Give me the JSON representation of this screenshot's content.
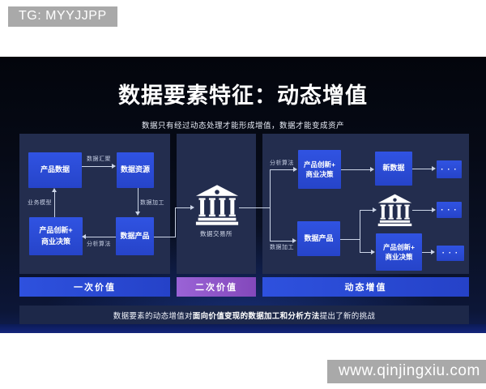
{
  "overlay": {
    "tg_tag": "TG: MYYJJPP",
    "site_tag": "www.qinjingxiu.com"
  },
  "header": {
    "title": "数据要素特征：动态增值",
    "subtitle": "数据只有经过动态处理才能形成增值，数据才能变成资产"
  },
  "stage_primary": {
    "bar_label": "一次价值",
    "boxes": {
      "product_data": "产品数据",
      "data_resource": "数据资源",
      "innovation": "产品创新+\n商业决策",
      "data_product": "数据产品"
    },
    "edge_labels": {
      "aggregation": "数据汇聚",
      "processing": "数据加工",
      "analysis": "分析算法",
      "business_model": "业务模型"
    }
  },
  "stage_secondary": {
    "bar_label": "二次价值",
    "exchange_label": "数据交易所"
  },
  "stage_dynamic": {
    "bar_label": "动态增值",
    "boxes": {
      "innovation_top": "产品创新+\n商业决策",
      "new_data": "新数据",
      "data_product": "数据产品",
      "innovation_bottom": "产品创新+\n商业决策",
      "ellipsis": "· · ·"
    },
    "edge_labels": {
      "analysis": "分析算法",
      "processing": "数据加工"
    }
  },
  "footer": {
    "text_prefix": "数据要素的动态增值对",
    "text_bold": "面向价值变现的数据加工和分析方法",
    "text_suffix": "提出了新的挑战"
  },
  "colors": {
    "box_blue": "#2e51dd",
    "bar_blue": "#2a49d4",
    "bar_purple": "#9055c8",
    "panel_bg": "#232d4e",
    "slide_bg_top": "#03050c",
    "slide_bottom_band": "#14267c",
    "connector_line": "#ccd5e8",
    "watermark_gray": "#a9a9a9"
  }
}
